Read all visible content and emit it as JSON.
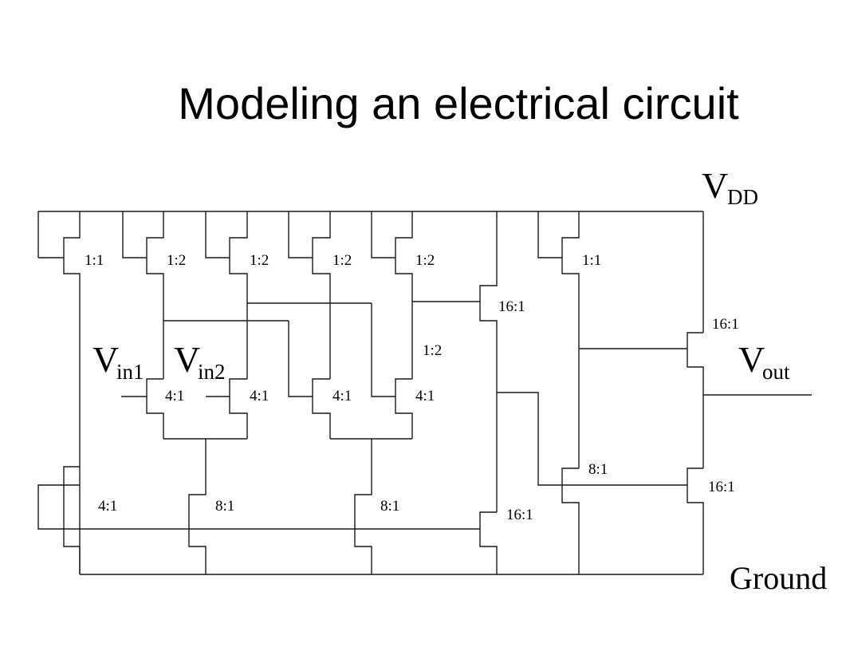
{
  "title": "Modeling an electrical circuit",
  "labels": {
    "vdd_main": "V",
    "vdd_sub": "DD",
    "vin1_main": "V",
    "vin1_sub": "in1",
    "vin2_main": "V",
    "vin2_sub": "in2",
    "vout_main": "V",
    "vout_sub": "out",
    "ground": "Ground"
  },
  "ratios": [
    "1:1",
    "1:2",
    "1:2",
    "1:2",
    "1:2",
    "1:1",
    "16:1",
    "16:1",
    "1:2",
    "4:1",
    "4:1",
    "4:1",
    "4:1",
    "4:1",
    "8:1",
    "8:1",
    "16:1",
    "8:1",
    "16:1"
  ]
}
